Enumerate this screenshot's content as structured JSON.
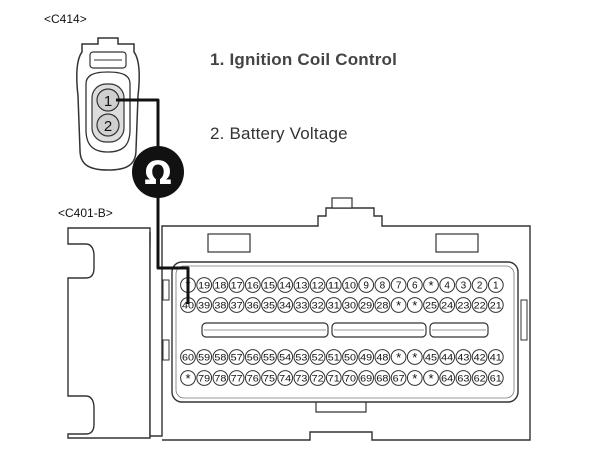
{
  "top_connector": {
    "label": "<C414>",
    "pins": [
      "1",
      "2"
    ]
  },
  "bottom_connector": {
    "label": "<C401-B>",
    "rows": [
      [
        "*",
        "19",
        "18",
        "17",
        "16",
        "15",
        "14",
        "13",
        "12",
        "11",
        "10",
        "9",
        "8",
        "7",
        "6",
        "*",
        "4",
        "3",
        "2",
        "1"
      ],
      [
        "40",
        "39",
        "38",
        "37",
        "36",
        "35",
        "34",
        "33",
        "32",
        "31",
        "30",
        "29",
        "28",
        "*",
        "*",
        "25",
        "24",
        "23",
        "22",
        "21"
      ],
      [
        "60",
        "59",
        "58",
        "57",
        "56",
        "55",
        "54",
        "53",
        "52",
        "51",
        "50",
        "49",
        "48",
        "*",
        "*",
        "45",
        "44",
        "43",
        "42",
        "41"
      ],
      [
        "*",
        "79",
        "78",
        "77",
        "76",
        "75",
        "74",
        "73",
        "72",
        "71",
        "70",
        "69",
        "68",
        "67",
        "*",
        "*",
        "64",
        "63",
        "62",
        "61"
      ]
    ]
  },
  "legend": {
    "item1": "1. Ignition Coil Control",
    "item2": "2. Battery Voltage"
  },
  "meter": {
    "symbol": "Ω",
    "icon": "ohmmeter-icon"
  },
  "colors": {
    "wire": "#111111",
    "outline": "#333333",
    "pin_fill": "#ffffff",
    "connector_fill": "#ffffff"
  }
}
